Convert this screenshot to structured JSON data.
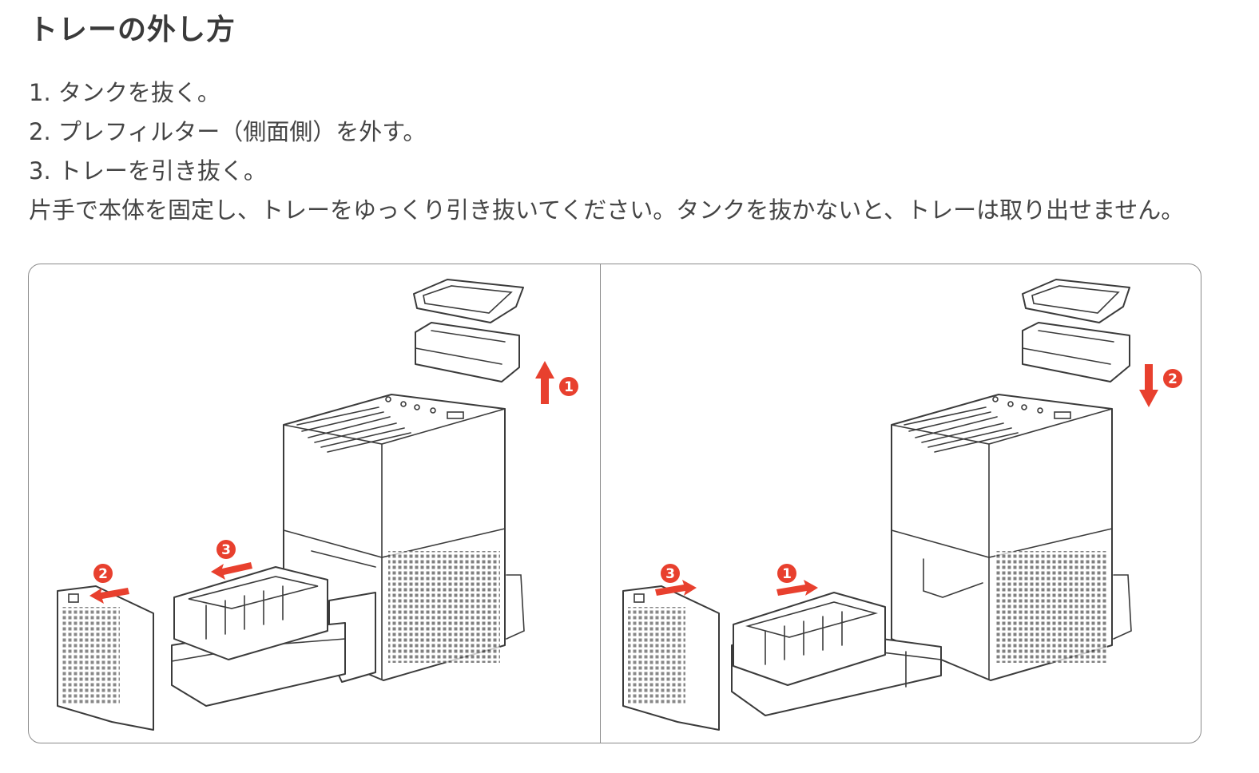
{
  "title": "トレーの外し方",
  "steps": [
    "1. タンクを抜く。",
    "2. プレフィルター（側面側）を外す。",
    "3. トレーを引き抜く。",
    "片手で本体を固定し、トレーをゆっくり引き抜いてください。タンクを抜かないと、トレーは取り出せません。"
  ],
  "figures": {
    "left": {
      "badges": [
        "1",
        "2",
        "3"
      ]
    },
    "right": {
      "badges": [
        "1",
        "2",
        "3"
      ]
    }
  },
  "colors": {
    "accent": "#e8402e",
    "text": "#444444",
    "line": "#3b3b3b",
    "frame": "#8a8a8a"
  }
}
